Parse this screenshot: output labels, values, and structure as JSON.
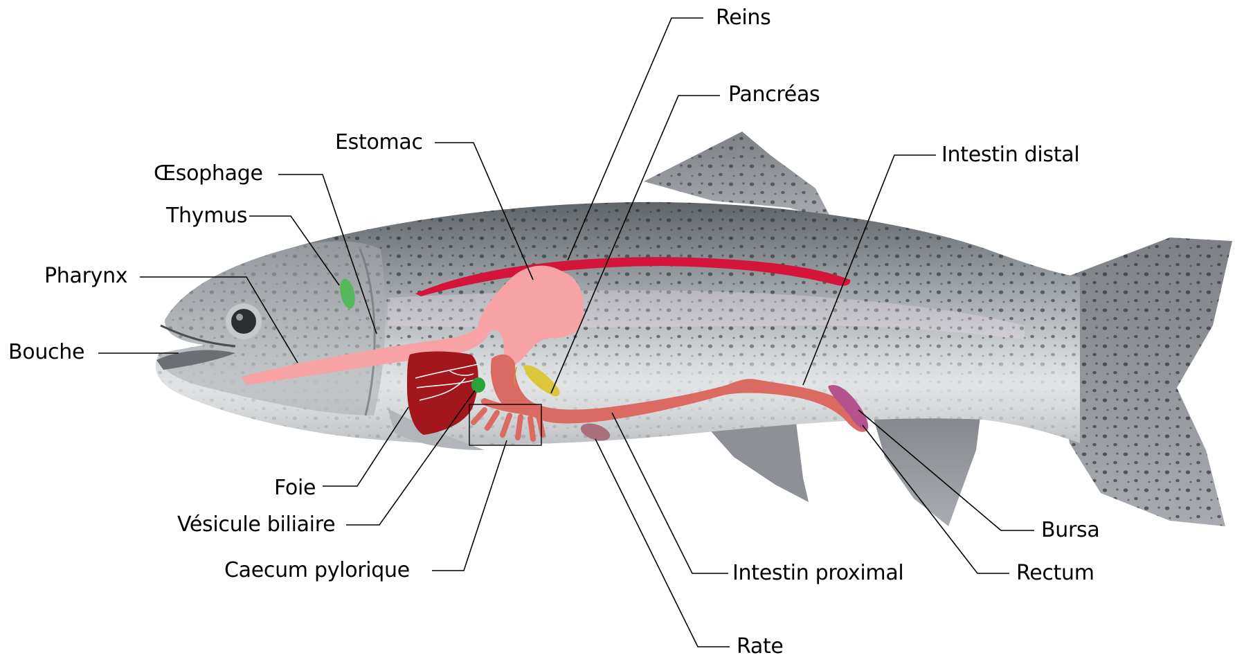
{
  "labels": {
    "reins": "Reins",
    "pancreas": "Pancréas",
    "estomac": "Estomac",
    "intestin_distal": "Intestin distal",
    "oesophage": "Œsophage",
    "thymus": "Thymus",
    "pharynx": "Pharynx",
    "bouche": "Bouche",
    "foie": "Foie",
    "vesicule_biliaire": "Vésicule biliaire",
    "caecum_pylorique": "Caecum pylorique",
    "intestin_proximal": "Intestin proximal",
    "rate": "Rate",
    "bursa": "Bursa",
    "rectum": "Rectum"
  },
  "colors": {
    "kidney": "#d4143a",
    "stomach_esophagus": "#f7a3a6",
    "liver": "#a3161e",
    "intestine": "#db6a63",
    "thymus": "#56b85c",
    "gallbladder": "#2aa43a",
    "pancreas": "#dcc63a",
    "spleen": "#a8707c",
    "bursa": "#b6538e",
    "fish_body": "#9a9ea3",
    "leader_line": "#000000"
  }
}
